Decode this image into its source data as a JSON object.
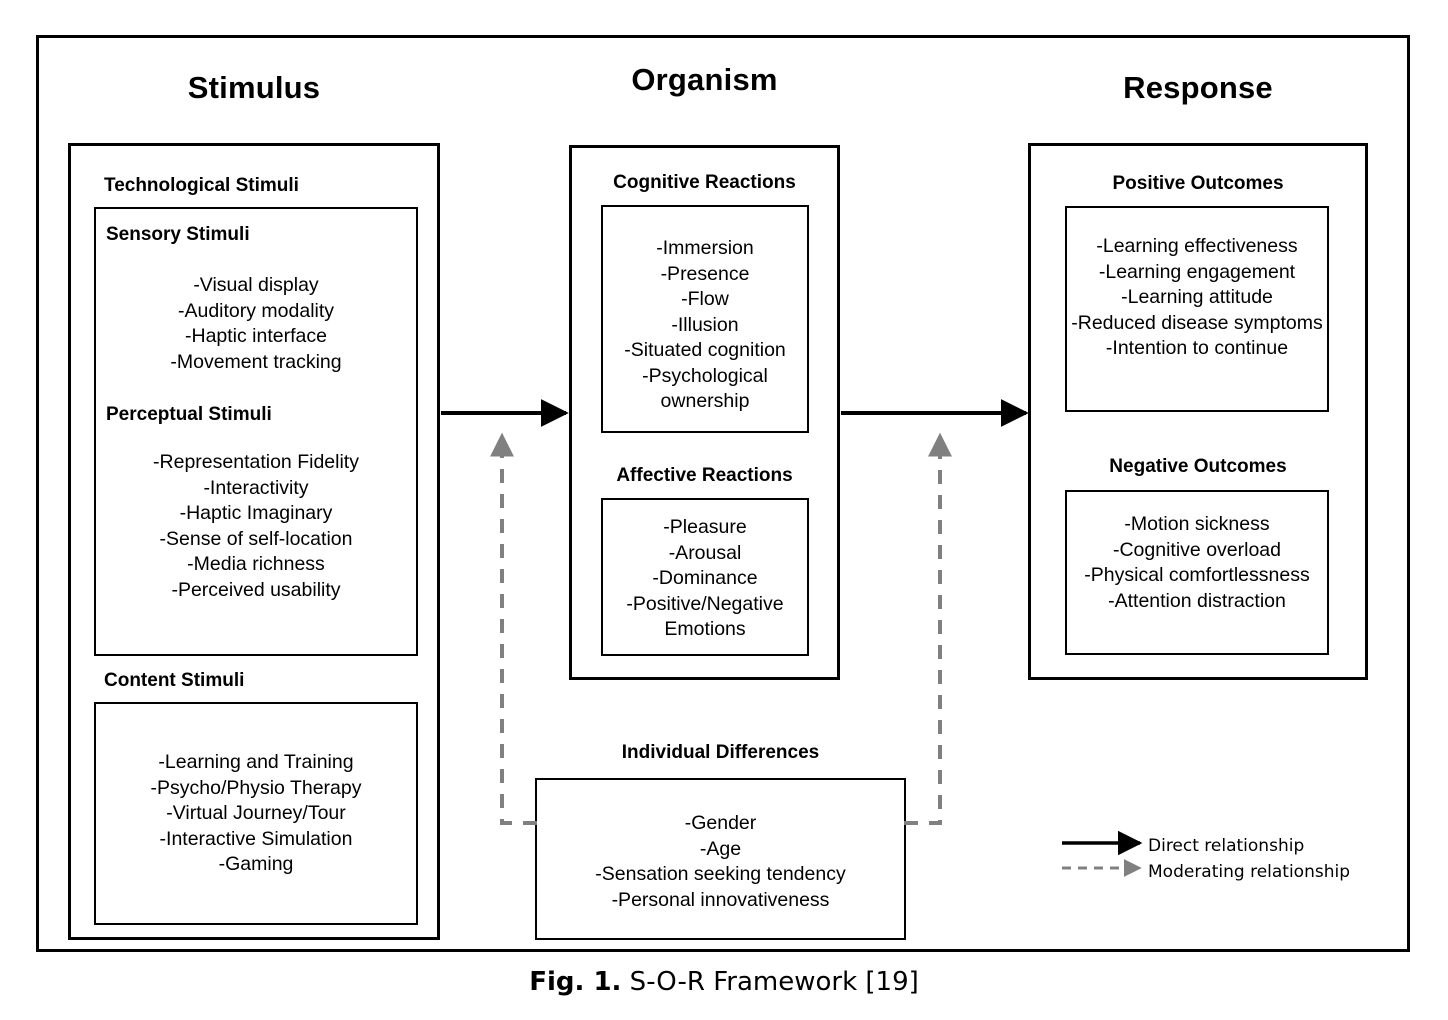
{
  "figure": {
    "caption_prefix": "Fig. 1.",
    "caption_text": " S-O-R Framework [19]"
  },
  "columns": {
    "stimulus": {
      "title": "Stimulus",
      "groups": [
        {
          "title": "Technological Stimuli",
          "subgroups": [
            {
              "title": "Sensory Stimuli",
              "items": "-Visual display\n-Auditory modality\n-Haptic interface\n-Movement tracking"
            },
            {
              "title": "Perceptual Stimuli",
              "items": "-Representation Fidelity\n-Interactivity\n-Haptic Imaginary\n-Sense of self-location\n-Media richness\n-Perceived usability"
            }
          ]
        },
        {
          "title": "Content Stimuli",
          "items": "-Learning and Training\n-Psycho/Physio Therapy\n-Virtual Journey/Tour\n-Interactive Simulation\n-Gaming"
        }
      ]
    },
    "organism": {
      "title": "Organism",
      "groups": [
        {
          "title": "Cognitive Reactions",
          "items": "-Immersion\n-Presence\n-Flow\n-Illusion\n-Situated cognition\n-Psychological ownership"
        },
        {
          "title": "Affective Reactions",
          "items": "-Pleasure\n-Arousal\n-Dominance\n-Positive/Negative Emotions"
        }
      ],
      "moderator": {
        "title": "Individual Differences",
        "items": "-Gender\n-Age\n-Sensation seeking tendency\n-Personal innovativeness"
      }
    },
    "response": {
      "title": "Response",
      "groups": [
        {
          "title": "Positive Outcomes",
          "items": "-Learning effectiveness\n-Learning engagement\n-Learning attitude\n-Reduced disease symptoms\n-Intention to continue"
        },
        {
          "title": "Negative Outcomes",
          "items": "-Motion sickness\n-Cognitive overload\n-Physical comfortlessness\n-Attention distraction"
        }
      ]
    }
  },
  "legend": {
    "direct": "Direct relationship",
    "moderating": "Moderating relationship"
  },
  "colors": {
    "line": "#000000",
    "moderating_line": "#808080",
    "background": "#ffffff"
  }
}
